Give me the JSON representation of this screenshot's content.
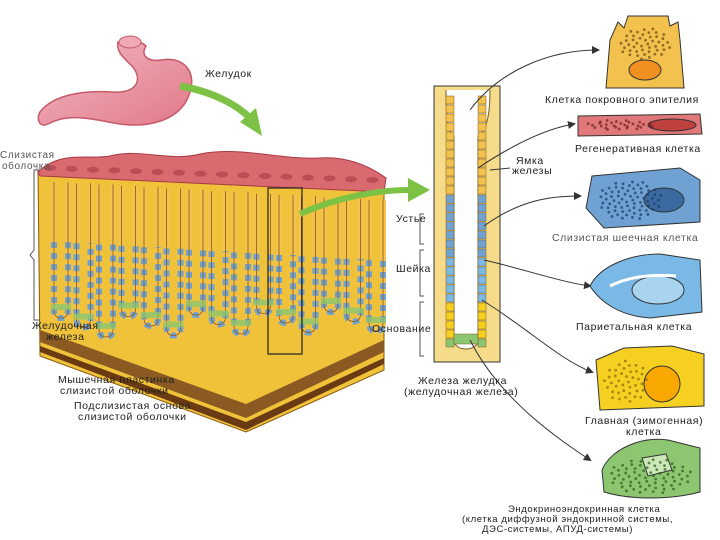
{
  "labels": {
    "stomach": "Желудок",
    "mucosa_line1": "Слизистая",
    "mucosa_line2": "оболочка",
    "gastric_gland_line1": "Желудочная",
    "gastric_gland_line2": "железа",
    "muscularis_mucosae_line1": "Мышечная пластинка",
    "muscularis_mucosae_line2": "слизистой оболочки",
    "submucosa_line1": "Подслизистая основа",
    "submucosa_line2": "слизистой оболочки",
    "pit_line1": "Ямка",
    "pit_line2": "железы",
    "isthmus": "Устье",
    "neck": "Шейка",
    "base": "Основание",
    "gland_caption_line1": "Железа желудка",
    "gland_caption_line2": "(желудочная железа)"
  },
  "cells": [
    {
      "label": "Клетка покровного эпителия"
    },
    {
      "label": "Регенеративная клетка"
    },
    {
      "label": "Слизистая шеечная клетка"
    },
    {
      "label": "Париетальная клетка"
    },
    {
      "label_line1": "Главная (зимогенная)",
      "label_line2": "клетка"
    },
    {
      "label_line1": "Эндокриноэндокринная клетка",
      "label_line2": "(клетка диффузной эндокринной системы,",
      "label_line3": "ДЭС-системы, АПУД-системы)"
    }
  ],
  "colors": {
    "stomach": "#e9909d",
    "mucosa_surface": "#d86a70",
    "lamina_propria": "#f0c23a",
    "epithelium": "#f2c14e",
    "mucous_neck": "#6fa2d2",
    "parietal": "#7ab8e6",
    "chief": "#f5d020",
    "enteroendocrine": "#8cc670",
    "regenerative": "#e0787a",
    "arrow": "#7dc244"
  }
}
